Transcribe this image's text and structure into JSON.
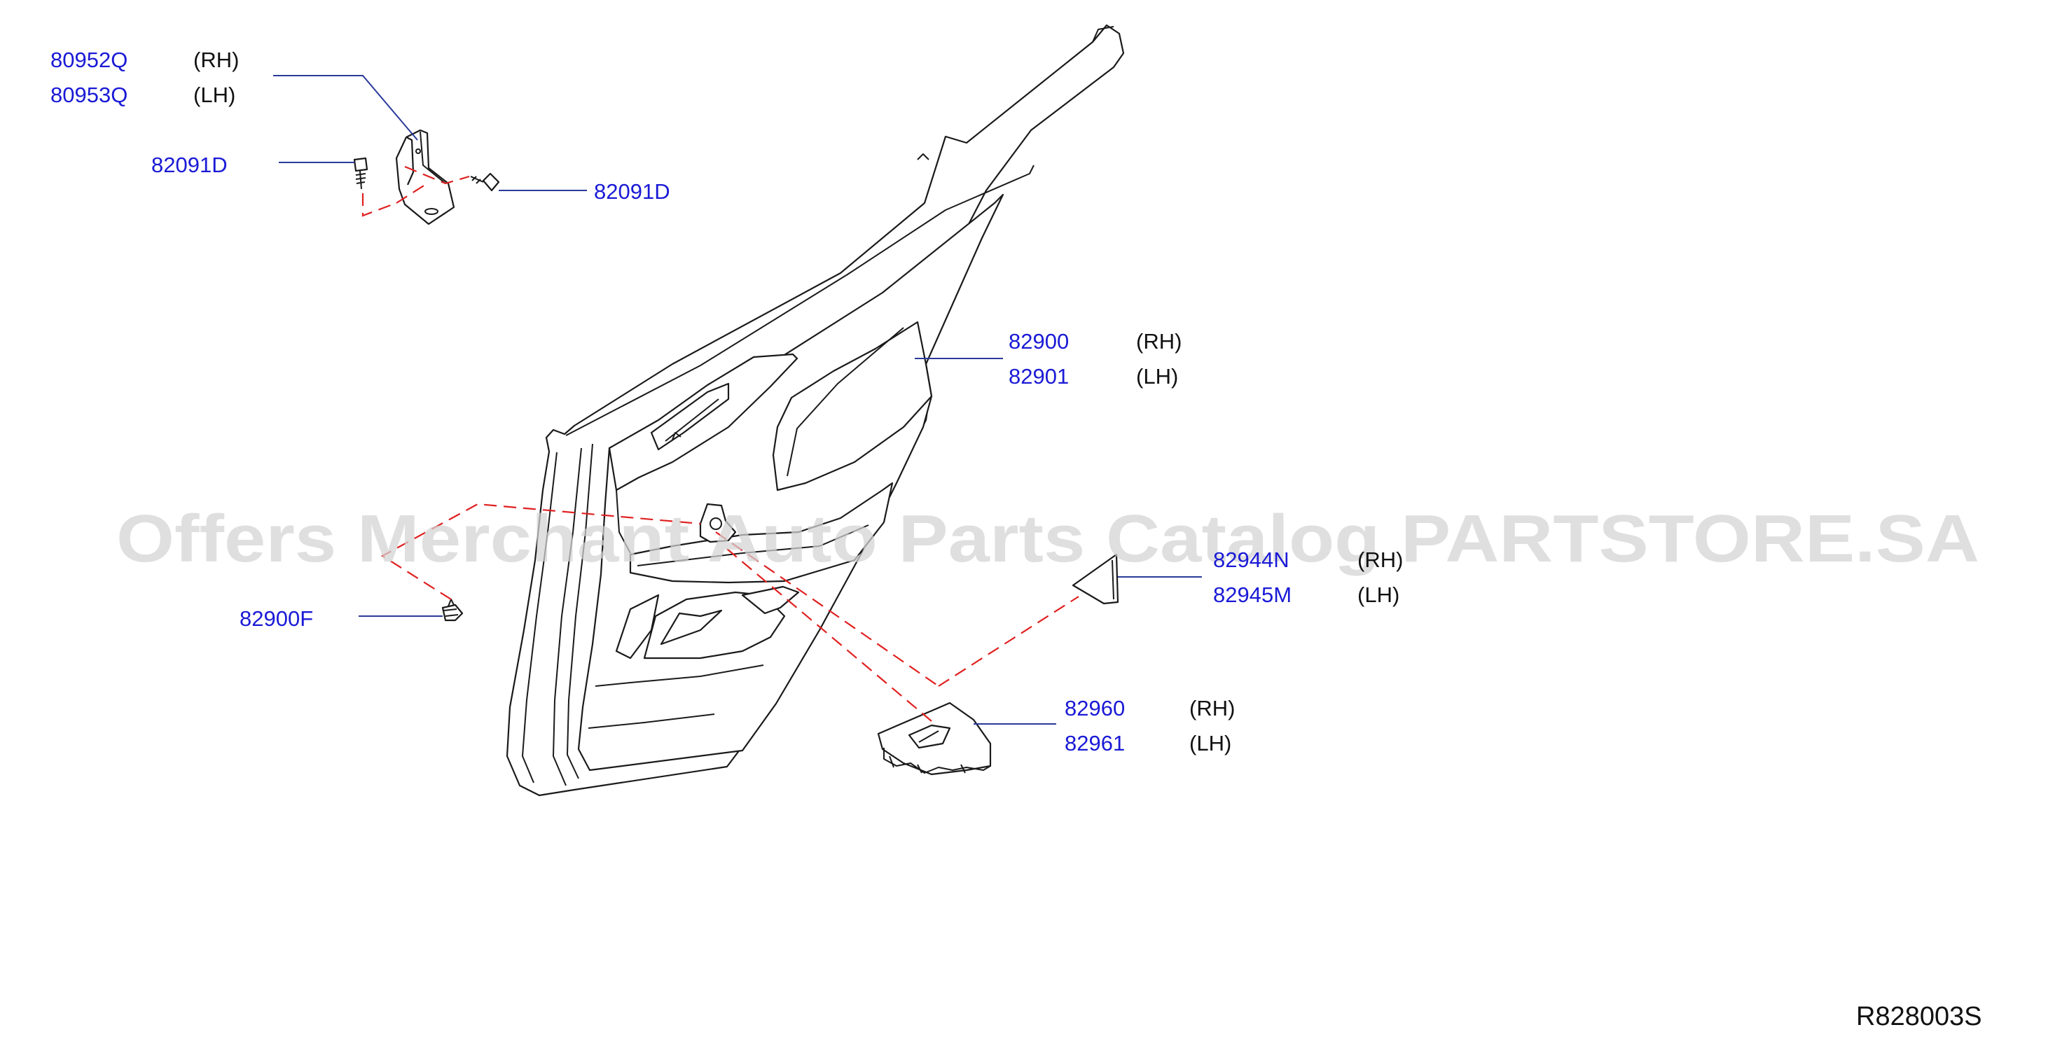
{
  "callouts": [
    {
      "id": "c1",
      "part_number": "80952Q",
      "side": "(RH)"
    },
    {
      "id": "c2",
      "part_number": "80953Q",
      "side": "(LH)"
    },
    {
      "id": "c3",
      "part_number": "82091D",
      "side": ""
    },
    {
      "id": "c4",
      "part_number": "82091D",
      "side": ""
    },
    {
      "id": "c5",
      "part_number": "82900",
      "side": "(RH)"
    },
    {
      "id": "c6",
      "part_number": "82901",
      "side": "(LH)"
    },
    {
      "id": "c7",
      "part_number": "82944N",
      "side": "(RH)"
    },
    {
      "id": "c8",
      "part_number": "82945M",
      "side": "(LH)"
    },
    {
      "id": "c9",
      "part_number": "82900F",
      "side": ""
    },
    {
      "id": "c10",
      "part_number": "82960",
      "side": "(RH)"
    },
    {
      "id": "c11",
      "part_number": "82961",
      "side": "(LH)"
    }
  ],
  "watermark": "Offers Merchant Auto Parts Catalog PARTSTORE.SA",
  "diagram_ref": "R828003S",
  "colors": {
    "part_number": "#1a1ad6",
    "leader_line": "#2a3a9a",
    "guide_dash": "#e02020",
    "outline": "#1a1a1a",
    "watermark": "#d4d4d4"
  }
}
